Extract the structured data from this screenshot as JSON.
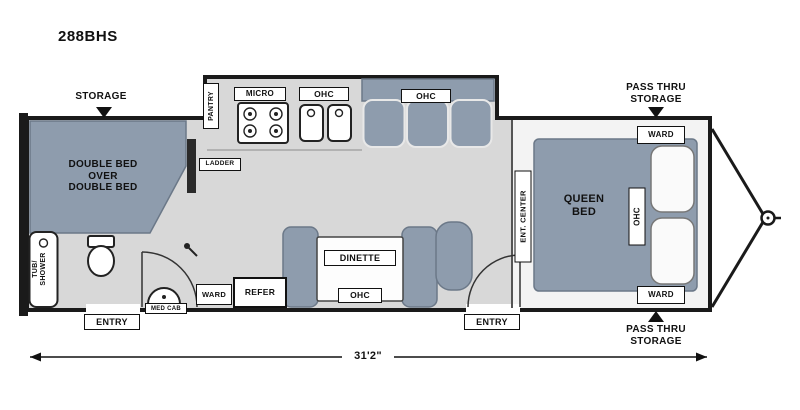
{
  "title": "288BHS",
  "floorplan": {
    "length": "31'2\"",
    "exterior": {
      "storage_front": "STORAGE",
      "pass_thru_top": "PASS THRU\nSTORAGE",
      "pass_thru_bottom": "PASS THRU\nSTORAGE",
      "entry_left": "ENTRY",
      "entry_mid": "ENTRY"
    },
    "bunk_room": {
      "bunk_bed": "DOUBLE BED\nOVER\nDOUBLE BED",
      "ladder": "LADDER"
    },
    "bathroom": {
      "tub_shower": "TUB/\nSHOWER",
      "med_cab": "MED CAB"
    },
    "kitchen": {
      "pantry": "PANTRY",
      "micro": "MICRO",
      "ohc_sink": "OHC",
      "ward": "WARD",
      "refer": "REFER"
    },
    "living": {
      "ohc_sofa": "OHC",
      "dinette": "DINETTE",
      "ohc_dinette": "OHC",
      "ent_center": "ENT. CENTER"
    },
    "bedroom": {
      "queen_bed": "QUEEN\nBED",
      "ohc": "OHC",
      "ward_top": "WARD",
      "ward_bottom": "WARD"
    }
  },
  "colors": {
    "furniture": "#8e9cad",
    "floor": "#d8d8d8",
    "bedroom_floor": "#f3f3f3",
    "wall": "#1a1a1a"
  }
}
